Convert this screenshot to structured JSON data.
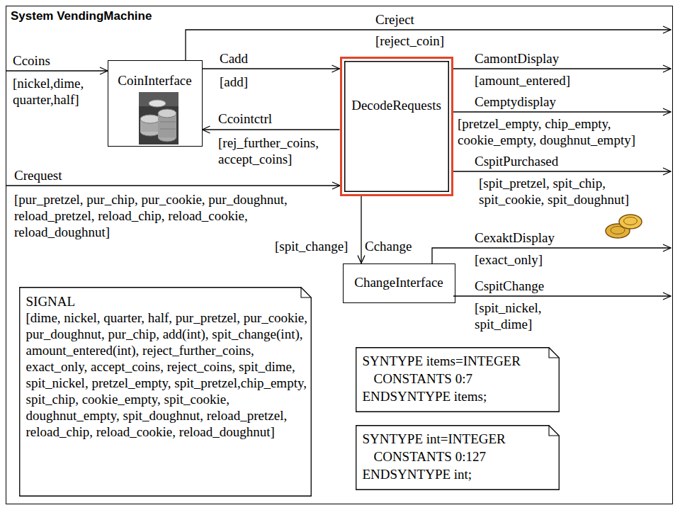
{
  "diagram": {
    "nodes": [
      {
        "text": [
          "System VendingMachine"
        ]
      },
      {
        "text": [
          "CoinInterface"
        ],
        "in": 0
      },
      {
        "text": [
          "DecodeRequests"
        ],
        "in": 0
      },
      {
        "text": [
          "ChangeInterface"
        ],
        "in": 0
      },
      {
        "text": [
          "SIGNAL",
          "[dime, nickel, quarter, half, pur_pretzel, pur_cookie, pur_doughnut, pur_chip, add(int), spit_change(int), amount_entered(int), reject_further_coins, exact_only, accept_coins, reject_coins, spit_dime, spit_nickel, pretzel_empty, spit_pretzel,chip_empty, spit_chip, cookie_empty, spit_cookie, doughnut_empty, spit_doughnut, reload_pretzel, reload_chip, reload_cookie, reload_doughnut]"
        ],
        "in": 0
      },
      {
        "text": [
          "SYNTYPE items=INTEGER",
          "CONSTANTS 0:7",
          "ENDSYNTYPE items;"
        ],
        "in": 0
      },
      {
        "text": [
          "SYNTYPE int=INTEGER",
          "CONSTANTS 0:127",
          "ENDSYNTYPE int;"
        ],
        "in": 0
      }
    ],
    "edges": [
      {
        "from": 1,
        "to": 2,
        "label": "Cadd",
        "arrow": "to"
      },
      {
        "from": 2,
        "to": 1,
        "label": "Ccointctrl",
        "arrow": "to"
      },
      {
        "from": 2,
        "to": 3,
        "label": "Cchange",
        "arrow": "to"
      }
    ],
    "labels": [
      "Creject",
      "[reject_coin]",
      "Ccoins",
      "[nickel,dime, quarter,half]",
      "[add]",
      "CamontDisplay",
      "[amount_entered]",
      "Cemptydisplay",
      "[pretzel_empty, chip_empty, cookie_empty, doughnut_empty]",
      "[rej_further_coins, accept_coins]",
      "CspitPurchased",
      "Crequest",
      "[spit_pretzel, spit_chip, spit_cookie, spit_doughnut]",
      "[pur_pretzel, pur_chip, pur_cookie, pur_doughnut, reload_pretzel, reload_chip, reload_cookie, reload_doughnut]",
      "[spit_change]",
      "CexaktDisplay",
      "[exact_only]",
      "CspitChange",
      "[spit_nickel, spit_dime]"
    ]
  }
}
